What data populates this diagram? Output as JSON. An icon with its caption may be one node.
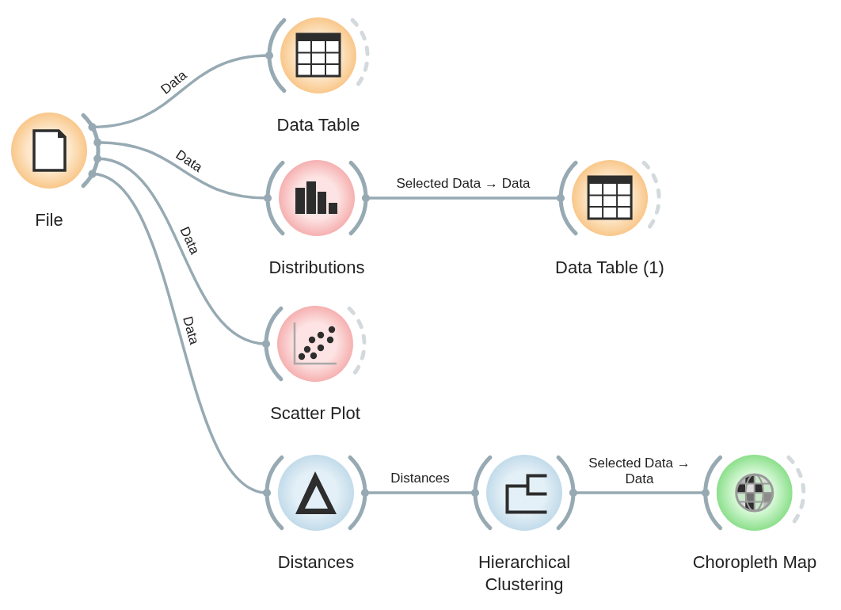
{
  "diagram": {
    "nodes": [
      {
        "text": [
          "File"
        ]
      },
      {
        "text": [
          "Data Table"
        ]
      },
      {
        "text": [
          "Distributions"
        ]
      },
      {
        "text": [
          "Data Table (1)"
        ]
      },
      {
        "text": [
          "Scatter Plot"
        ]
      },
      {
        "text": [
          "Distances"
        ]
      },
      {
        "text": [
          "Hierarchical Clustering"
        ]
      },
      {
        "text": [
          "Choropleth Map"
        ]
      }
    ],
    "edges": [
      {
        "from": 0,
        "to": 1,
        "arrow": "other",
        "label": "Data"
      },
      {
        "from": 0,
        "to": 2,
        "arrow": "other",
        "label": "Data"
      },
      {
        "from": 0,
        "to": 4,
        "arrow": "other",
        "label": "Data"
      },
      {
        "from": 0,
        "to": 5,
        "arrow": "other",
        "label": "Data"
      },
      {
        "from": 2,
        "to": 3,
        "arrow": "other",
        "label": "Selected Data → Data"
      },
      {
        "from": 5,
        "to": 6,
        "arrow": "other",
        "label": "Distances"
      },
      {
        "from": 6,
        "to": 7,
        "arrow": "other",
        "label": "Selected Data → Data"
      }
    ]
  }
}
